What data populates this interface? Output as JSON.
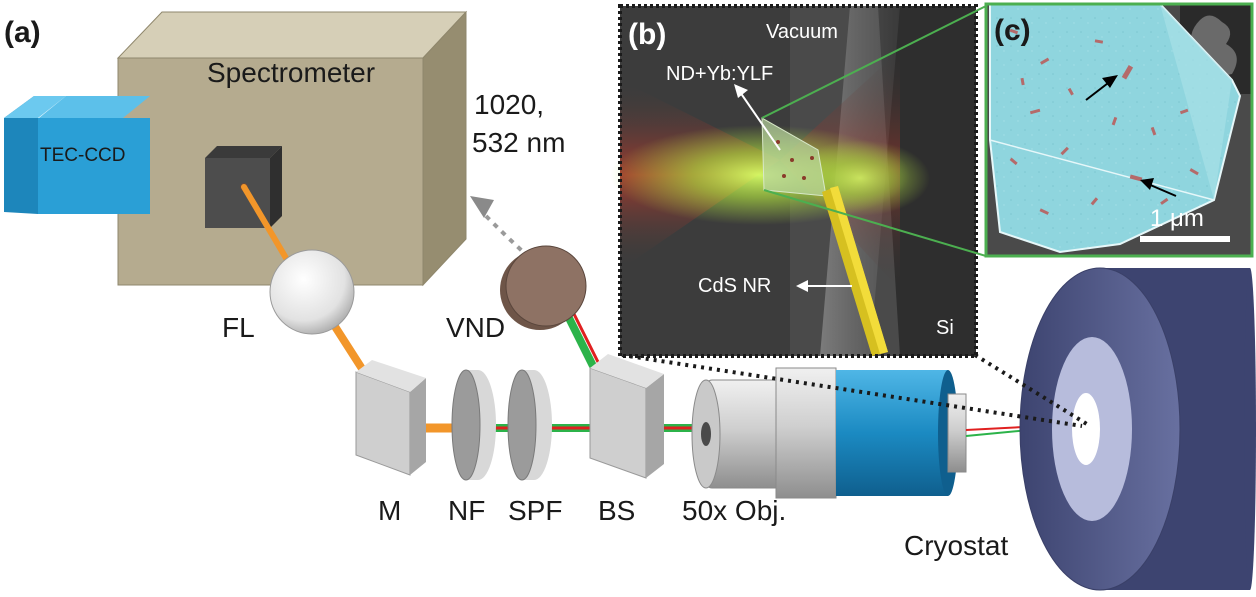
{
  "panels": {
    "a": "(a)",
    "b": "(b)",
    "c": "(c)"
  },
  "labels": {
    "spectrometer": "Spectrometer",
    "tec_ccd": "TEC-CCD",
    "wavelength_line1": "1020,",
    "wavelength_line2": "532 nm",
    "fl": "FL",
    "vnd": "VND",
    "m": "M",
    "nf": "NF",
    "spf": "SPF",
    "bs": "BS",
    "objective": "50x Obj.",
    "cryostat": "Cryostat"
  },
  "inset_b": {
    "vacuum": "Vacuum",
    "nd_yb_ylf": "ND+Yb:YLF",
    "cds_nr": "CdS NR",
    "si": "Si"
  },
  "inset_c": {
    "scale_bar": "1 μm"
  },
  "colors": {
    "spectrometer_box": "#b5ab8f",
    "tec_ccd_box": "#2a9fd6",
    "orange_beam": "#f2962a",
    "red_beam": "#e02020",
    "green_beam": "#2cb34a",
    "objective_blue": "#1d8fc8",
    "cryostat": "#5a6290",
    "inset_c_border": "#4caf50",
    "crystal_cyan": "#8fd5de"
  }
}
